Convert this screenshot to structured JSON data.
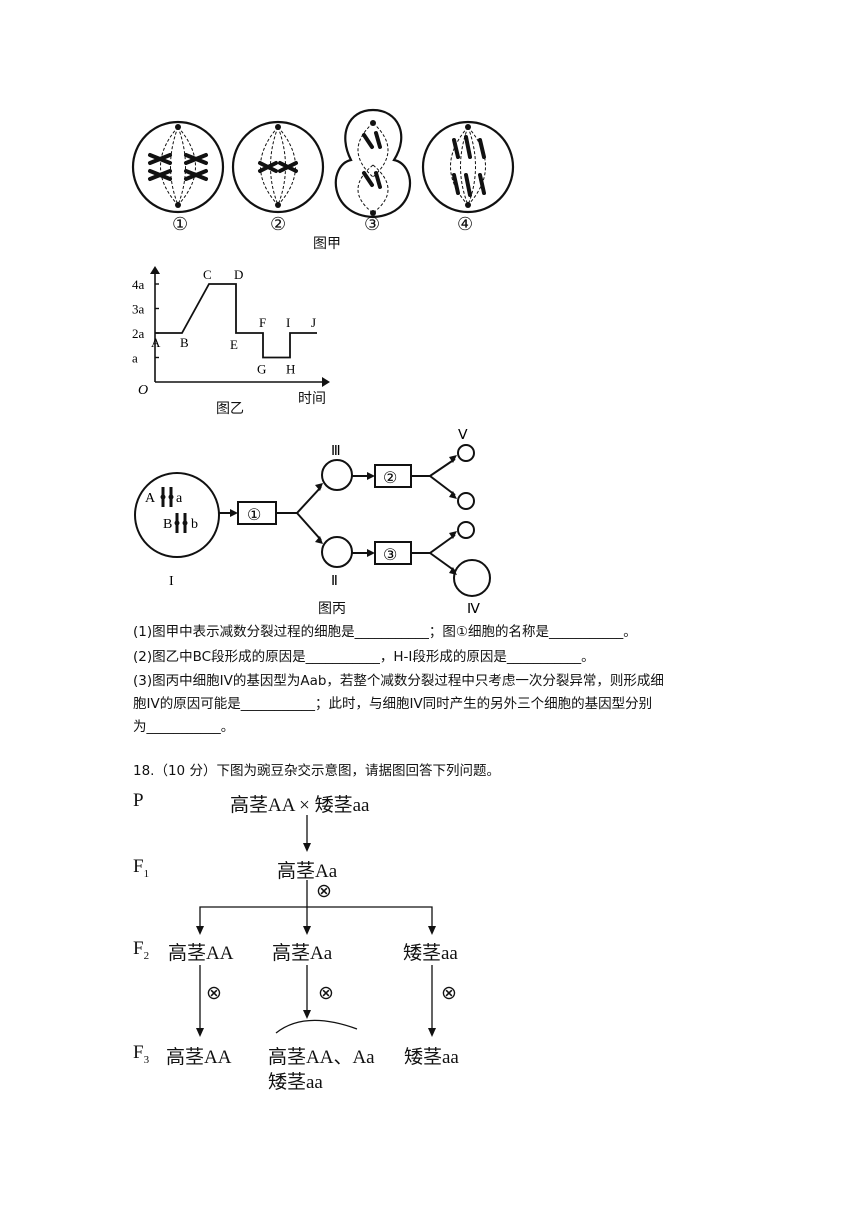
{
  "figure_a": {
    "caption": "图甲",
    "cells": [
      {
        "label": "①"
      },
      {
        "label": "②"
      },
      {
        "label": "③"
      },
      {
        "label": "④"
      }
    ]
  },
  "figure_b": {
    "caption": "图乙",
    "x_axis_label": "时间",
    "origin_label": "O",
    "y_ticks": [
      "4a",
      "3a",
      "2a",
      "a"
    ],
    "points": [
      {
        "name": "A",
        "t": 0,
        "v": 2
      },
      {
        "name": "B",
        "t": 1,
        "v": 2
      },
      {
        "name": "C",
        "t": 2,
        "v": 4
      },
      {
        "name": "D",
        "t": 3,
        "v": 4
      },
      {
        "name": "E",
        "t": 3,
        "v": 2
      },
      {
        "name": "F",
        "t": 4,
        "v": 2
      },
      {
        "name": "G",
        "t": 4,
        "v": 1
      },
      {
        "name": "H",
        "t": 5,
        "v": 1
      },
      {
        "name": "I",
        "t": 5,
        "v": 2
      },
      {
        "name": "J",
        "t": 6,
        "v": 2
      }
    ]
  },
  "figure_c": {
    "caption": "图丙",
    "cell_I_label": "I",
    "cell_II_label": "Ⅱ",
    "cell_III_label": "Ⅲ",
    "cell_IV_label": "Ⅳ",
    "cell_V_label": "Ⅴ",
    "gene_A": "A",
    "gene_a": "a",
    "gene_B": "B",
    "gene_b": "b",
    "step1": "①",
    "step2": "②",
    "step3": "③"
  },
  "questions": {
    "q1": "(1)图甲中表示减数分裂过程的细胞是___________；图①细胞的名称是___________。",
    "q2": "(2)图乙中BC段形成的原因是___________，H-I段形成的原因是___________。",
    "q3_line1": "(3)图丙中细胞IV的基因型为Aab，若整个减数分裂过程中只考虑一次分裂异常，则形成细",
    "q3_line2": "胞IV的原因可能是___________；此时，与细胞IV同时产生的另外三个细胞的基因型分别",
    "q3_line3": "为___________。"
  },
  "question_18": {
    "stem": "18.（10 分）下图为豌豆杂交示意图，请据图回答下列问题。",
    "gen_P": "P",
    "gen_F1": "F",
    "gen_F1_sub": "1",
    "gen_F2": "F",
    "gen_F2_sub": "2",
    "gen_F3": "F",
    "gen_F3_sub": "3",
    "cross_P": "高茎AA × 矮茎aa",
    "F1_plant": "高茎Aa",
    "self_symbol": "⊗",
    "F2_left": "高茎AA",
    "F2_mid": "高茎Aa",
    "F2_right": "矮茎aa",
    "F3_left": "高茎AA",
    "F3_mid_line1": "高茎AA、Aa",
    "F3_mid_line2": "矮茎aa",
    "F3_right": "矮茎aa"
  }
}
